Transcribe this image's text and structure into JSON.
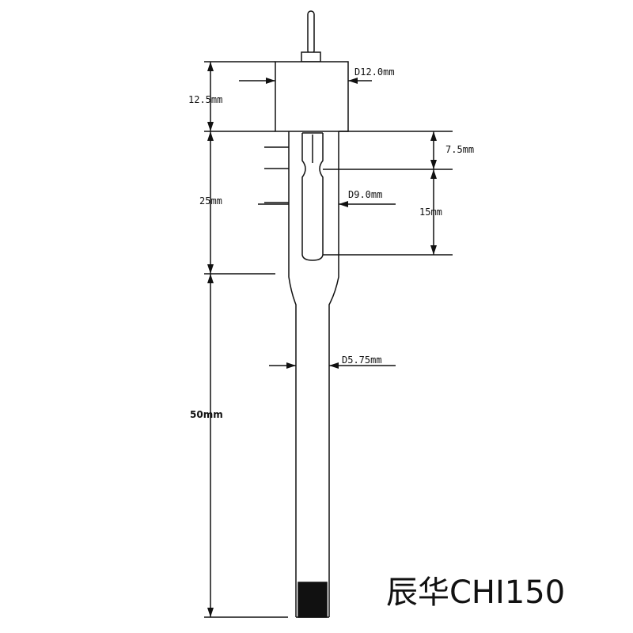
{
  "labels": {
    "cap_diameter": "D12.0mm",
    "cap_height": "12.5mm",
    "upper_height": "25mm",
    "window_offset": "7.5mm",
    "window_height": "15mm",
    "upper_diameter": "D9.0mm",
    "stem_diameter": "D5.75mm",
    "stem_length": "50mm",
    "brand": "辰华CHI150"
  },
  "colors": {
    "line": "#111111",
    "tip": "#111111"
  }
}
